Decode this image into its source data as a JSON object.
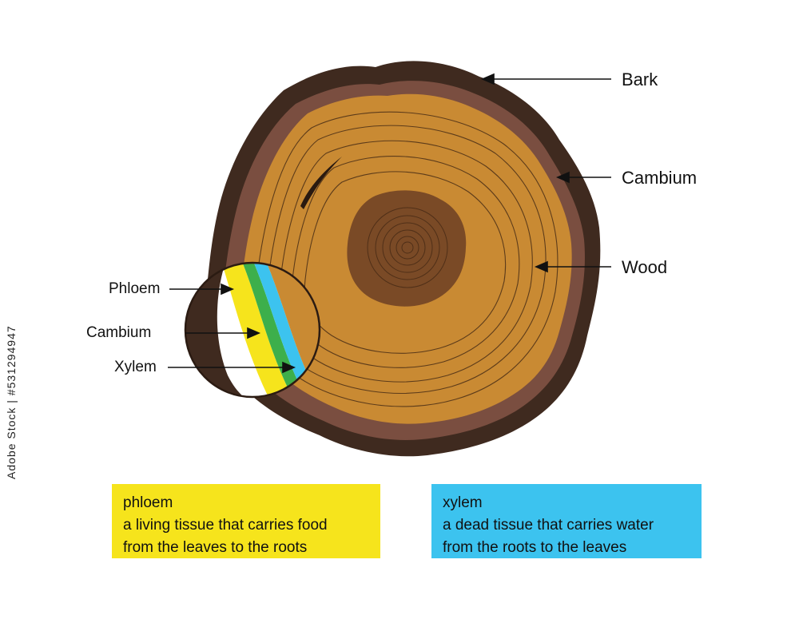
{
  "labels": {
    "bark": "Bark",
    "cambium_right": "Cambium",
    "wood": "Wood",
    "phloem": "Phloem",
    "cambium_left": "Cambium",
    "xylem": "Xylem"
  },
  "boxes": {
    "phloem": {
      "term": "phloem",
      "line1": "a living tissue that carries food",
      "line2": "from the leaves to the roots"
    },
    "xylem": {
      "term": "xylem",
      "line1": "a dead tissue that carries water",
      "line2": "from the roots to the leaves"
    }
  },
  "watermark": "Adobe Stock | #531294947",
  "colors": {
    "bark": "#3f2a1f",
    "cambium": "#7a4e40",
    "wood": "#c98a33",
    "heartwood": "#7a4a26",
    "phloem": "#f6e41c",
    "cambium_band": "#3daf4b",
    "xylem": "#3cc3ef"
  }
}
